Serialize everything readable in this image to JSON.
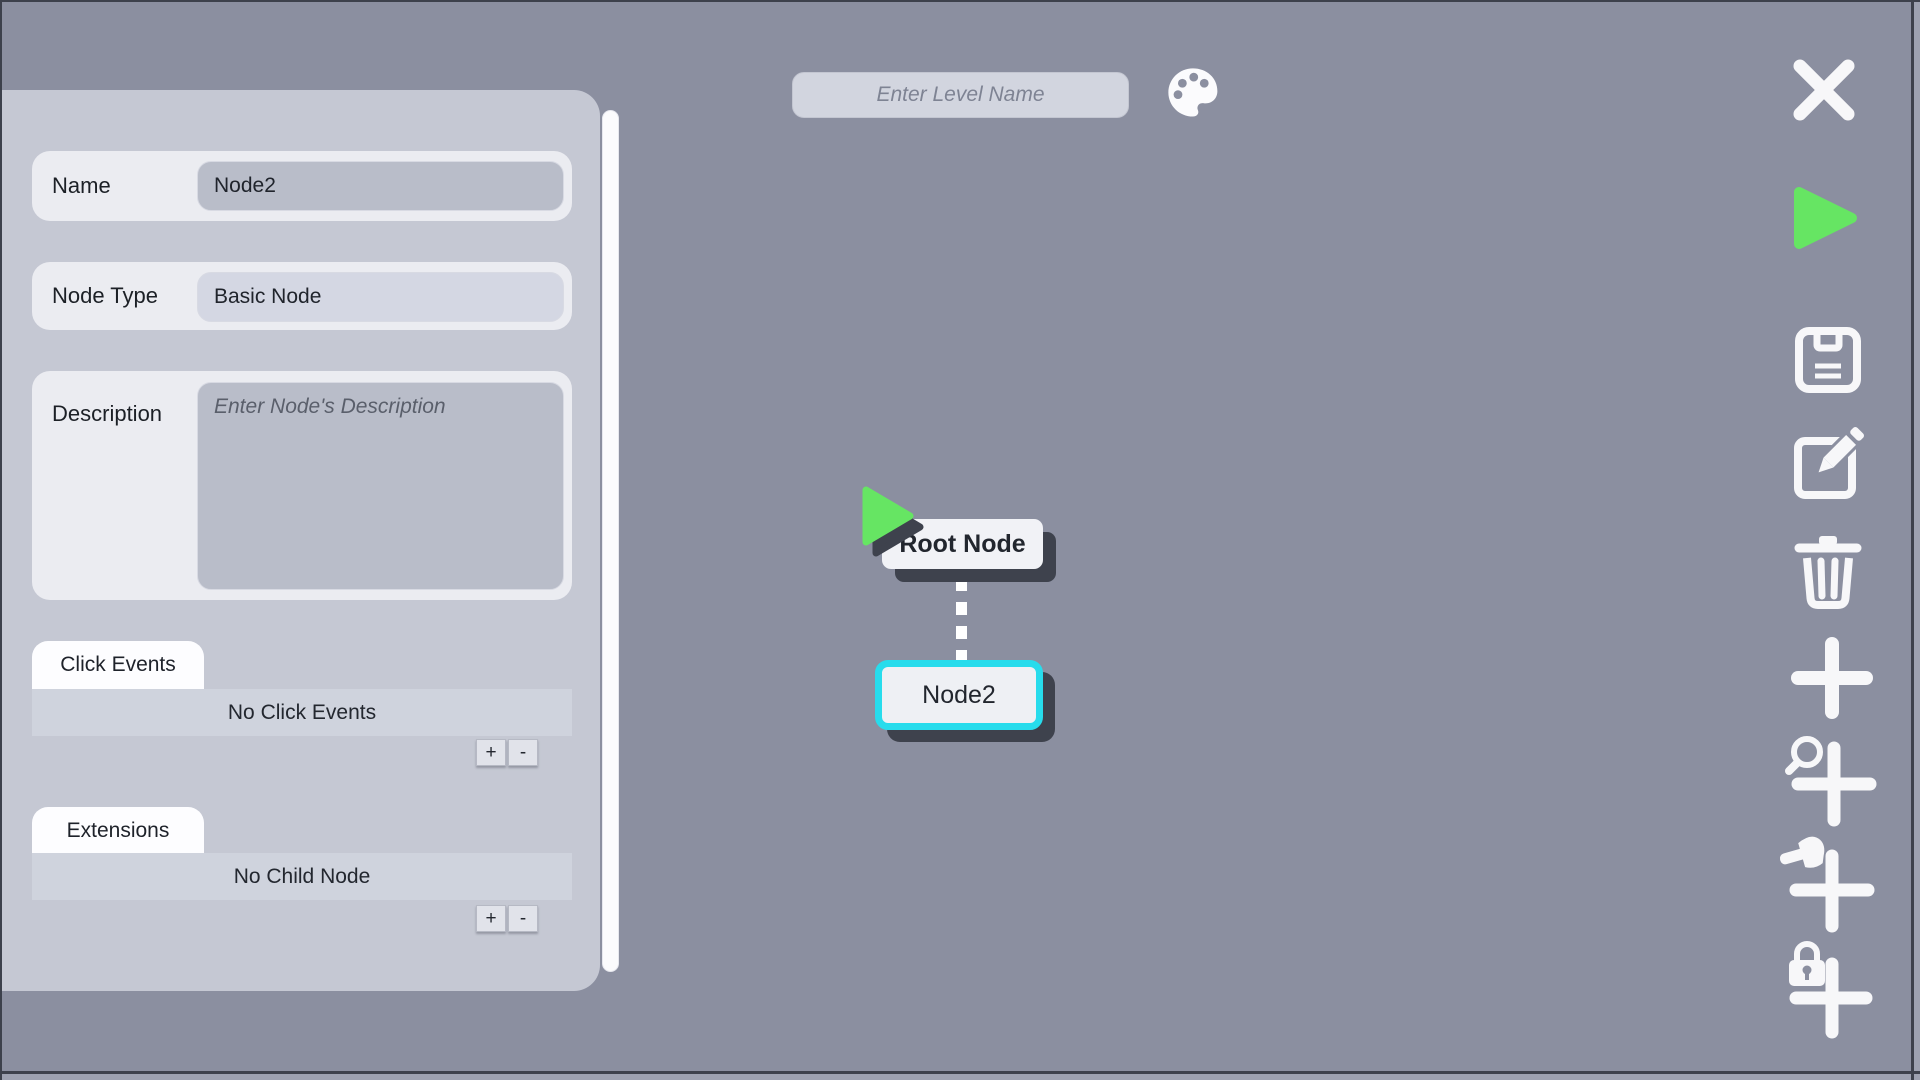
{
  "colors": {
    "background": "#8b8fa0",
    "panel": "#c5c8d3",
    "row": "#ebecf1",
    "field_dark": "#b9bdc9",
    "field_light": "#d4d7e3",
    "accent_cyan": "#27dcec",
    "accent_green": "#66e563",
    "shadow": "#3e424d",
    "icon_white": "#f7f7f9"
  },
  "header": {
    "level_name_value": "",
    "level_name_placeholder": "Enter Level Name",
    "palette_icon": "palette-icon"
  },
  "inspector": {
    "name": {
      "label": "Name",
      "value": "Node2"
    },
    "node_type": {
      "label": "Node Type",
      "value": "Basic Node"
    },
    "description": {
      "label": "Description",
      "value": "",
      "placeholder": "Enter Node's Description"
    },
    "click_events": {
      "tab_label": "Click Events",
      "empty_text": "No Click Events",
      "add_label": "+",
      "remove_label": "-"
    },
    "extensions": {
      "tab_label": "Extensions",
      "empty_text": "No Child Node",
      "add_label": "+",
      "remove_label": "-"
    }
  },
  "canvas": {
    "nodes": [
      {
        "label": "Root Node",
        "type": "root",
        "selected": false
      },
      {
        "label": "Node2",
        "type": "basic",
        "selected": true
      }
    ],
    "connector": "dashed-line"
  },
  "toolbar": {
    "icons": [
      "close-icon",
      "play-icon",
      "save-icon",
      "edit-icon",
      "trash-icon",
      "add-node-icon",
      "zoom-add-icon",
      "drag-add-icon",
      "lock-add-icon"
    ]
  }
}
